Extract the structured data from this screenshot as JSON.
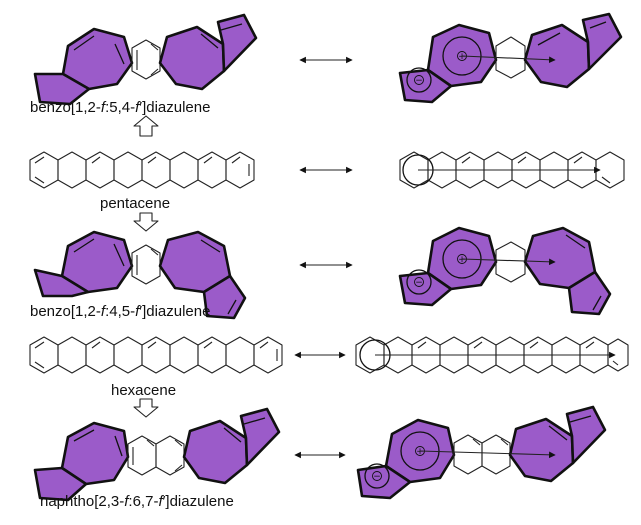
{
  "colors": {
    "purple_fill": "#9b5bc9",
    "stroke": "#111111",
    "background": "#ffffff"
  },
  "labels": {
    "row1": {
      "prefix": "benzo[1,2-",
      "i1": "f",
      "mid": ":5,4-",
      "i2": "f",
      "prime": "′",
      "suffix": "]diazulene"
    },
    "row2": "pentacene",
    "row3": {
      "prefix": "benzo[1,2-",
      "i1": "f",
      "mid": ":4,5-",
      "i2": "f",
      "prime": "′",
      "suffix": "]diazulene"
    },
    "row4": "hexacene",
    "row5": {
      "prefix": "naphtho[2,3-",
      "i1": "f",
      "mid": ":6,7-",
      "i2": "f",
      "prime": "′",
      "suffix": "]diazulene"
    }
  },
  "charge_symbols": {
    "positive": "+",
    "negative": "−"
  },
  "icons": [
    "resonance-arrow-icon",
    "block-arrow-up-icon",
    "block-arrow-down-icon",
    "dipole-arrow-icon"
  ]
}
